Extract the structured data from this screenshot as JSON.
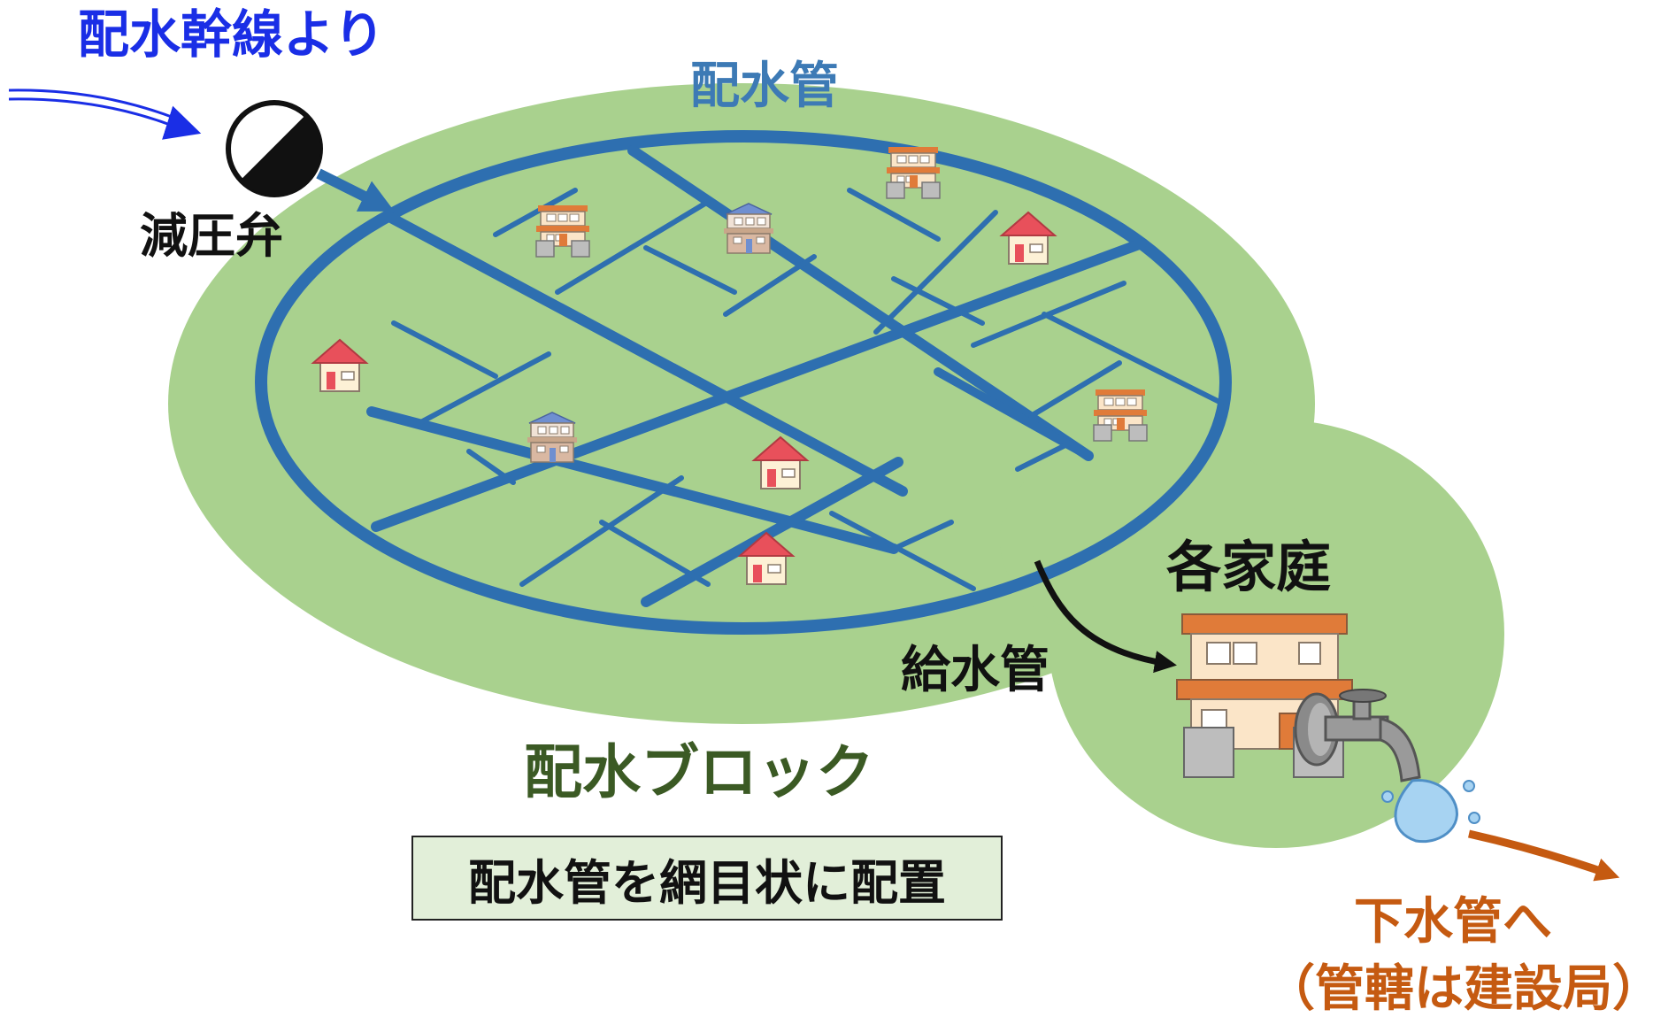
{
  "labels": {
    "trunk_source": "配水幹線より",
    "distribution_main": "配水管",
    "pressure_valve": "減圧弁",
    "each_home": "各家庭",
    "service_pipe": "給水管",
    "distribution_block": "配水ブロック",
    "note": "配水管を網目状に配置",
    "to_sewer": "下水管へ",
    "sewer_bureau": "（管轄は建設局）"
  },
  "colors": {
    "land": "#a9d18e",
    "pipe": "#2e6fb0",
    "trunk_arrow": "#1a2ee6",
    "sewer_arrow": "#c55a11",
    "block_label": "#3b5a24"
  },
  "icons": [
    "pressure-valve-icon",
    "house-icon",
    "apartment-icon",
    "water-faucet-icon"
  ]
}
